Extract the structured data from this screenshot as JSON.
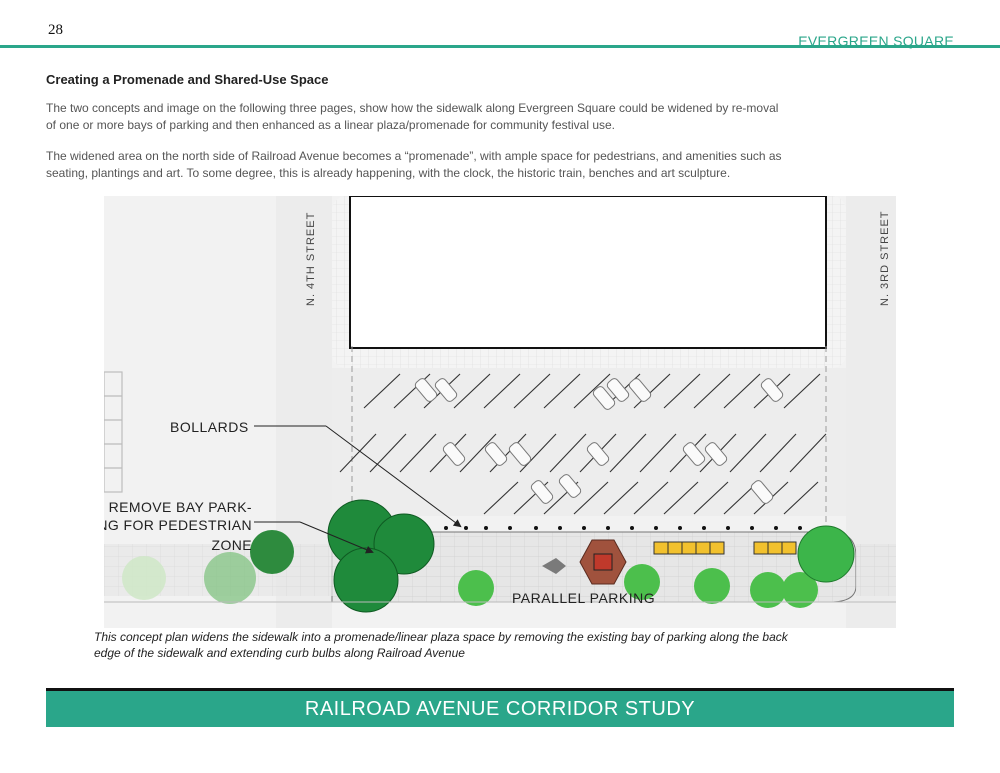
{
  "page_number": "28",
  "section_label": "EVERGREEN SQUARE",
  "heading": "Creating a Promenade and Shared-Use Space",
  "paragraphs": [
    "The two concepts and image on the following three pages, show how the sidewalk along Evergreen Square could be widened by re-moval of one or more bays of parking and then enhanced as a linear plaza/promenade for community festival use.",
    "The widened area on the north side of Railroad Avenue becomes a “promenade”, with ample space for pedestrians, and amenities such as seating, plantings and art.  To some degree, this is already happening, with the clock, the historic train, benches and art sculpture."
  ],
  "plan": {
    "street_left": "N. 4TH STREET",
    "street_right": "N. 3RD STREET",
    "label_bollards": "BOLLARDS",
    "label_remove_lines": [
      "REMOVE BAY PARK-",
      "ING FOR PEDESTRIAN",
      "ZONE"
    ],
    "label_parallel": "PARALLEL PARKING"
  },
  "caption": "This concept plan widens the sidewalk into a promenade/linear plaza space by removing the existing bay of parking along the back edge of the sidewalk and extending curb bulbs along Railroad Avenue",
  "footer_title": "RAILROAD AVENUE CORRIDOR STUDY",
  "colors": {
    "accent": "#2aa68a",
    "tree": "#3cb54a",
    "hex_feature": "#a0523d",
    "bench": "#f2c12e"
  }
}
